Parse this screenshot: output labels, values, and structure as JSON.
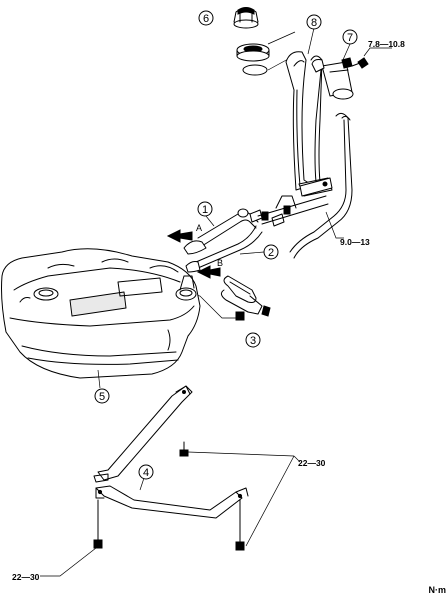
{
  "callouts": [
    "1",
    "2",
    "3",
    "4",
    "5",
    "6",
    "7",
    "8"
  ],
  "torques": {
    "canister": "7.8—10.8",
    "filler_pipe": "9.0—13",
    "bracket_rear": "22—30",
    "bracket_front": "22—30"
  },
  "view_marks": {
    "a": "A",
    "b": "B"
  },
  "unit": "N·m"
}
